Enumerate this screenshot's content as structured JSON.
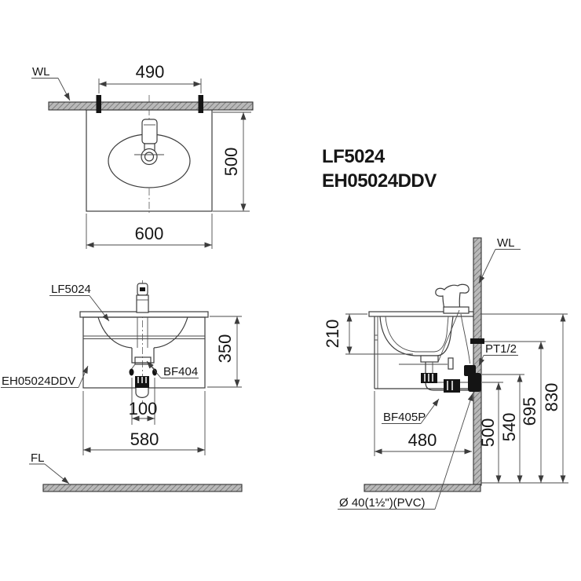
{
  "colors": {
    "background": "#ffffff",
    "line": "#3c3c3c",
    "dark_fill": "#141414",
    "hatch_fill": "#b9b9b9",
    "text": "#161616"
  },
  "header": {
    "code_line1": "LF5024",
    "code_line2": "EH05024DDV"
  },
  "top_view": {
    "wall_label": "WL",
    "dim_faucet_centers": "490",
    "dim_depth": "500",
    "dim_width": "600"
  },
  "front_view": {
    "basin_label": "LF5024",
    "cabinet_label": "EH05024DDV",
    "drain_label": "BF404",
    "floor_label": "FL",
    "dim_height": "350",
    "dim_drain_offset": "100",
    "dim_width": "580"
  },
  "side_view": {
    "wall_label": "WL",
    "supply_label": "PT1/2",
    "trap_label": "BF405P",
    "pipe_label": "Ø 40(1½\")(PVC)",
    "dim_basin_depth": "210",
    "dim_depth": "480",
    "dim_drain_height": "500",
    "dim_valve_height": "540",
    "dim_supply_height": "695",
    "dim_counter_height": "830"
  }
}
